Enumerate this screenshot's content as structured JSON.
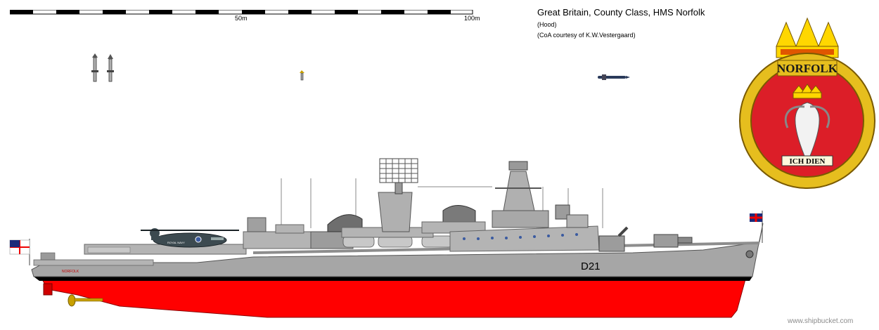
{
  "header": {
    "title": "Great Britain, County Class, HMS Norfolk",
    "subtitle": "(Hood)",
    "credit": "(CoA courtesy of  K.W.Vestergaard)"
  },
  "scale": {
    "label_50": "50m",
    "label_100": "100m"
  },
  "ship": {
    "pennant_number": "D21",
    "stern_name": "NORFOLK",
    "helicopter_marking": "ROYAL NAVY",
    "colors": {
      "hull_grey": "#a6a6a6",
      "superstructure_grey": "#b4b4b4",
      "boot_topping": "#000000",
      "underwater_red": "#ff0000",
      "propeller_gold": "#c8a000",
      "helicopter": "#3c4a50"
    }
  },
  "crest": {
    "motto_box_label": "NORFOLK",
    "motto": "ICH DIEN",
    "colors": {
      "field_red": "#dc1e28",
      "rope_gold": "#e6be1e",
      "crown_gold": "#ffd700"
    }
  },
  "footer": {
    "watermark": "www.shipbucket.com"
  }
}
